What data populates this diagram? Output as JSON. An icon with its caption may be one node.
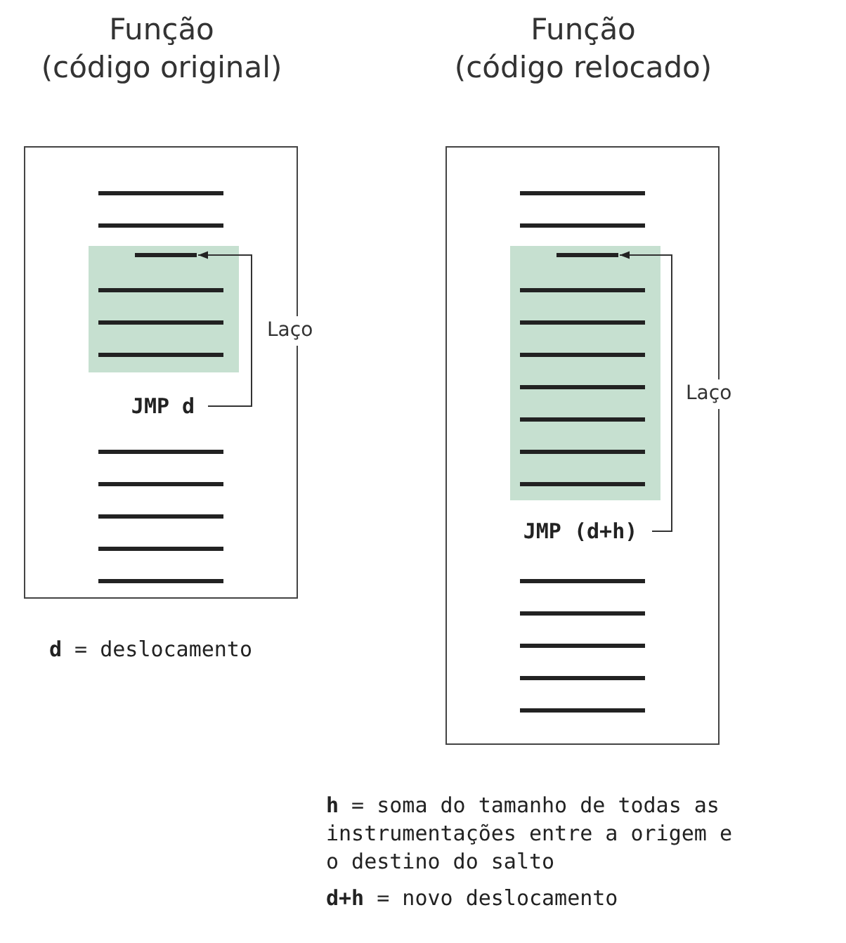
{
  "diagram": {
    "nodes": [
      {
        "text": [
          "Função (código original)"
        ]
      },
      {
        "text": [
          "JMP d"
        ],
        "in": 0
      },
      {
        "text": [],
        "shape": "bar",
        "in": 0
      },
      {
        "text": [
          "Função (código relocado)"
        ]
      },
      {
        "text": [
          "JMP (d+h)"
        ],
        "in": 3
      },
      {
        "text": [],
        "shape": "bar",
        "in": 3
      }
    ],
    "edges": [
      {
        "from": 1,
        "to": 2,
        "arrow": "to",
        "label": "Laço"
      },
      {
        "from": 4,
        "to": 5,
        "arrow": "to",
        "label": "Laço"
      }
    ],
    "labels": [
      "**d** = deslocamento",
      "**h** = soma do tamanho de todas as instrumentações entre a origem e o destino do salto",
      "**d+h** = novo deslocamento"
    ]
  }
}
